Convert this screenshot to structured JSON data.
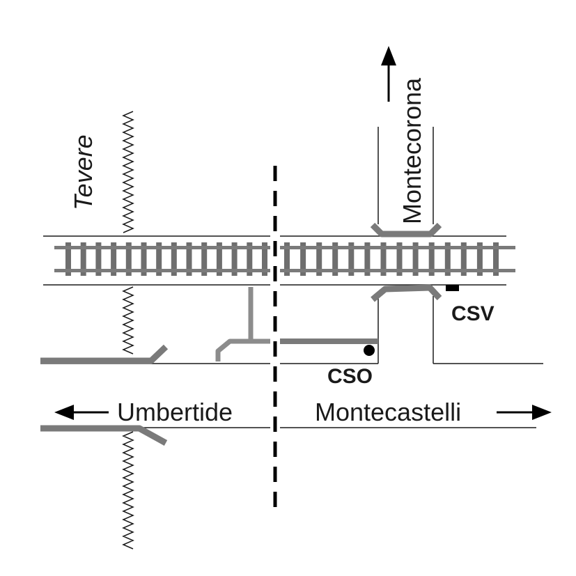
{
  "labels": {
    "river": "Tevere",
    "north_road": "Montecorona",
    "west_road": "Umbertide",
    "east_road": "Montecastelli",
    "signal_csv": "CSV",
    "signal_cso": "CSO"
  },
  "colors": {
    "road_line": "#1a1a1a",
    "barrier": "#7a7a7a",
    "barrier_light": "#8c8c8c",
    "rail": "#7a7a7a",
    "sleeper": "#6e6e6e",
    "river": "#1a1a1a",
    "signal": "#000000"
  },
  "track": {
    "sleepers_per_segment": 14
  }
}
